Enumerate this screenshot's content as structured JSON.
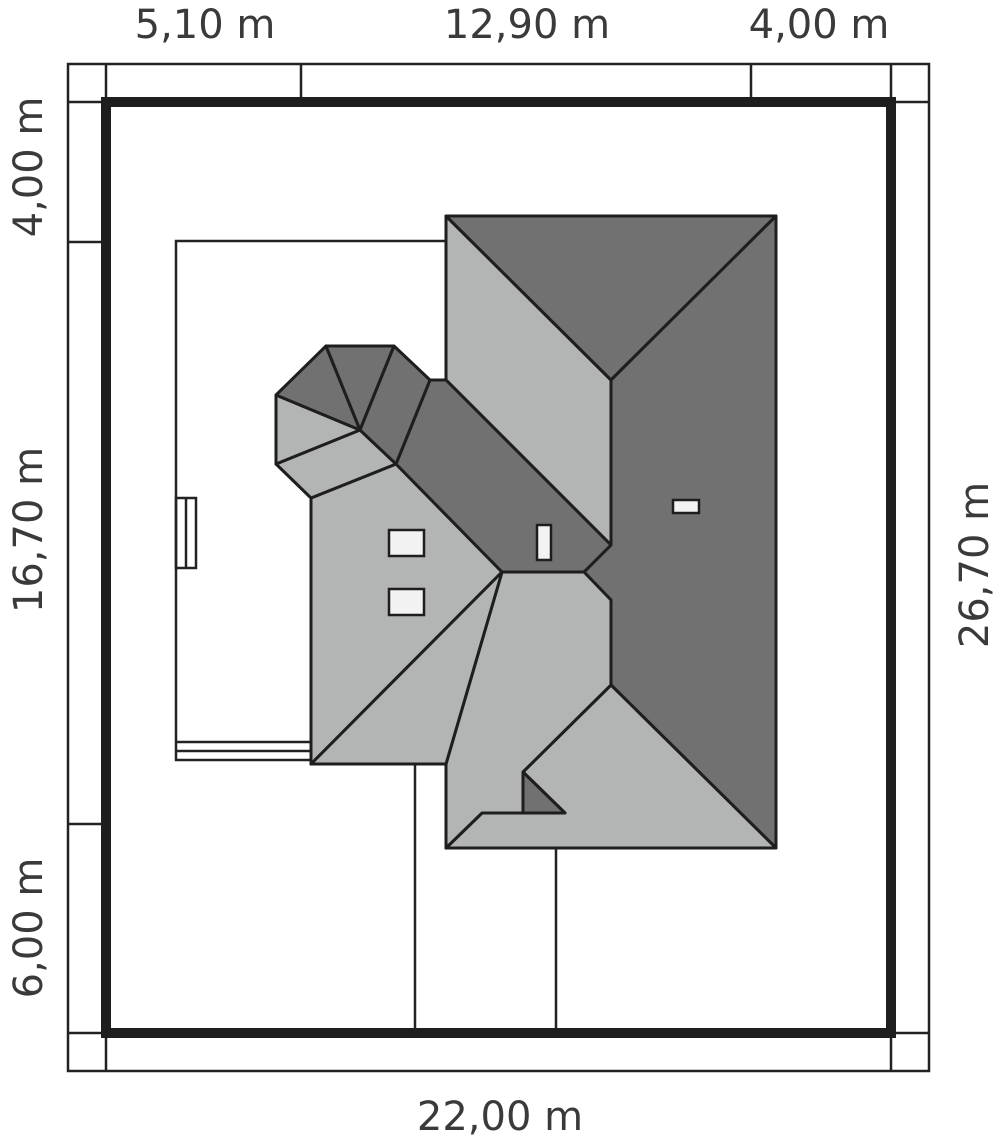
{
  "dimensions": {
    "top": [
      "5,10 m",
      "12,90 m",
      "4,00 m"
    ],
    "left": [
      "4,00 m",
      "16,70 m",
      "6,00 m"
    ],
    "right": "26,70 m",
    "bottom": "22,00 m"
  },
  "colors": {
    "roof_dark": "#717171",
    "roof_light": "#b3b4b4",
    "lines": "#1e1e1e",
    "skylight": "#f2f2f2"
  }
}
